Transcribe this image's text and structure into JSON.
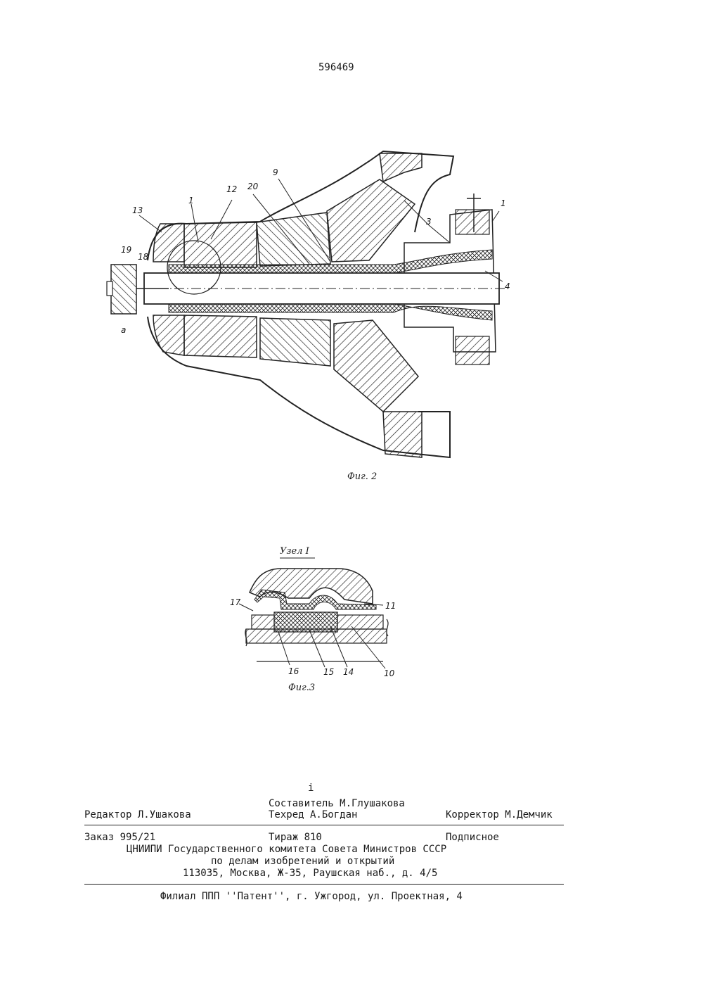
{
  "header": {
    "patent_number": "596469"
  },
  "figure2": {
    "caption": "Фиг. 2",
    "labels": [
      "13",
      "1",
      "12",
      "20",
      "9",
      "3",
      "1",
      "4",
      "19",
      "18",
      "a"
    ]
  },
  "figure3": {
    "title": "Узел I",
    "caption": "Фиг.3",
    "labels": [
      "17",
      "11",
      "16",
      "15",
      "14",
      "10"
    ]
  },
  "footer": {
    "mark": "і",
    "compiler": "Составитель М.Глушакова",
    "editor": "Редактор Л.Ушакова",
    "techred": "Техред А.Богдан",
    "corrector": "Корректор М.Демчик",
    "order": "Заказ 995/21",
    "circulation": "Тираж 810",
    "subscription": "Подписное",
    "org_line1": "ЦНИИПИ Государственного комитета Совета Министров СССР",
    "org_line2": "по делам изобретений и открытий",
    "address": "113035, Москва, Ж-35, Раушская наб., д. 4/5",
    "branch": "Филиал ППП ''Патент'', г. Ужгород, ул. Проектная, 4"
  }
}
